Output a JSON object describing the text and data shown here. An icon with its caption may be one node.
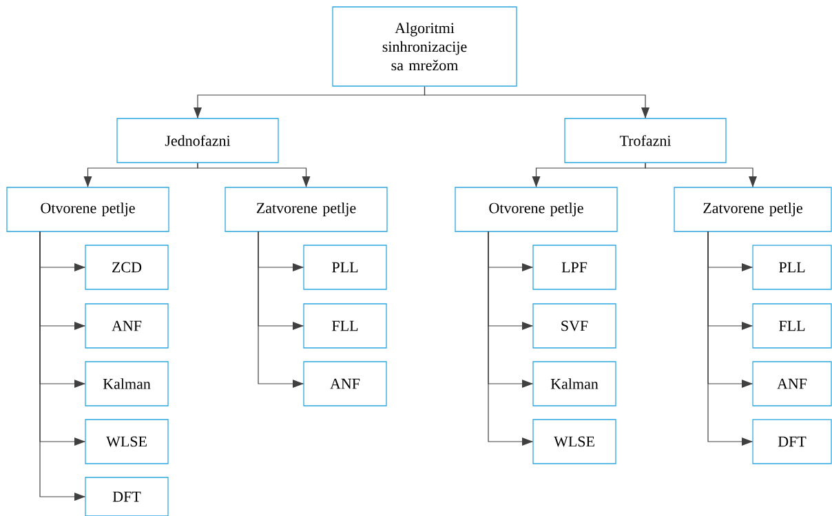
{
  "diagram": {
    "nodes": [
      {
        "text": [
          "Algoritmi sinhronizacije sa mrežom"
        ]
      },
      {
        "text": [
          "Jednofazni"
        ]
      },
      {
        "text": [
          "Trofazni"
        ]
      },
      {
        "text": [
          "Otvorene petlje"
        ]
      },
      {
        "text": [
          "Zatvorene petlje"
        ]
      },
      {
        "text": [
          "Otvorene petlje"
        ]
      },
      {
        "text": [
          "Zatvorene petlje"
        ]
      },
      {
        "text": [
          "ZCD"
        ]
      },
      {
        "text": [
          "ANF"
        ]
      },
      {
        "text": [
          "Kalman"
        ]
      },
      {
        "text": [
          "WLSE"
        ]
      },
      {
        "text": [
          "DFT"
        ]
      },
      {
        "text": [
          "PLL"
        ]
      },
      {
        "text": [
          "FLL"
        ]
      },
      {
        "text": [
          "ANF"
        ]
      },
      {
        "text": [
          "LPF"
        ]
      },
      {
        "text": [
          "SVF"
        ]
      },
      {
        "text": [
          "Kalman"
        ]
      },
      {
        "text": [
          "WLSE"
        ]
      },
      {
        "text": [
          "PLL"
        ]
      },
      {
        "text": [
          "FLL"
        ]
      },
      {
        "text": [
          "ANF"
        ]
      },
      {
        "text": [
          "DFT"
        ]
      }
    ],
    "edges": [
      {
        "from": 0,
        "to": 1,
        "arrow": "to"
      },
      {
        "from": 0,
        "to": 2,
        "arrow": "to"
      },
      {
        "from": 1,
        "to": 3,
        "arrow": "to"
      },
      {
        "from": 1,
        "to": 4,
        "arrow": "to"
      },
      {
        "from": 2,
        "to": 5,
        "arrow": "to"
      },
      {
        "from": 2,
        "to": 6,
        "arrow": "to"
      },
      {
        "from": 3,
        "to": 7,
        "arrow": "to"
      },
      {
        "from": 3,
        "to": 8,
        "arrow": "to"
      },
      {
        "from": 3,
        "to": 9,
        "arrow": "to"
      },
      {
        "from": 3,
        "to": 10,
        "arrow": "to"
      },
      {
        "from": 3,
        "to": 11,
        "arrow": "to"
      },
      {
        "from": 4,
        "to": 12,
        "arrow": "to"
      },
      {
        "from": 4,
        "to": 13,
        "arrow": "to"
      },
      {
        "from": 4,
        "to": 14,
        "arrow": "to"
      },
      {
        "from": 5,
        "to": 15,
        "arrow": "to"
      },
      {
        "from": 5,
        "to": 16,
        "arrow": "to"
      },
      {
        "from": 5,
        "to": 17,
        "arrow": "to"
      },
      {
        "from": 5,
        "to": 18,
        "arrow": "to"
      },
      {
        "from": 6,
        "to": 19,
        "arrow": "to"
      },
      {
        "from": 6,
        "to": 20,
        "arrow": "to"
      },
      {
        "from": 6,
        "to": 21,
        "arrow": "to"
      },
      {
        "from": 6,
        "to": 22,
        "arrow": "to"
      }
    ]
  }
}
